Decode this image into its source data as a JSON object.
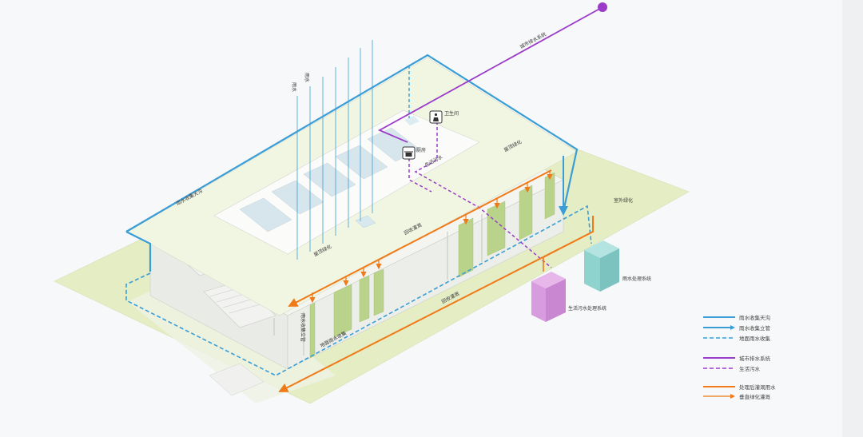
{
  "colors": {
    "rain": "#3a9dd6",
    "sewage": "#9b3cc9",
    "irrigation": "#f07a18",
    "greenery": "#e4edc4",
    "roof": "#f1f6e3",
    "sewage_tank": "#d99be0",
    "rain_tank": "#8fd3cf",
    "plant_wall": "#b9d38a"
  },
  "labels": {
    "rain_1": "雨水",
    "rain_2": "雨水",
    "municipal_sewage": "城市排水系统",
    "toilet": "卫生间",
    "kitchen": "厨房",
    "domestic_sewage": "生活污水",
    "roof_green_1": "屋顶绿化",
    "roof_green_2": "屋顶绿化",
    "rain_gutter": "雨水收集天沟",
    "recycle_irrigation_1": "回收灌溉",
    "recycle_irrigation_2": "回收灌溉",
    "rain_riser": "雨水收集立管",
    "ground_rain": "地面雨水收集",
    "outdoor_green": "室外绿化",
    "rain_treatment": "雨水处理系统",
    "sewage_treatment": "生活污水处理系统"
  },
  "legend": [
    {
      "text": "雨水收集天沟",
      "style": "rain-solid"
    },
    {
      "text": "雨水收集立管",
      "style": "rain-arrow"
    },
    {
      "text": "地面雨水收集",
      "style": "rain-dashed"
    },
    {
      "text": "城市排水系统",
      "style": "sewage-solid"
    },
    {
      "text": "生活污水",
      "style": "sewage-dashed"
    },
    {
      "text": "处理后灌溉用水",
      "style": "irrigation-solid"
    },
    {
      "text": "垂直绿化灌溉",
      "style": "irrigation-arrow"
    }
  ],
  "icons": {
    "toilet": "toilet-icon",
    "kitchen": "kitchen-icon"
  }
}
